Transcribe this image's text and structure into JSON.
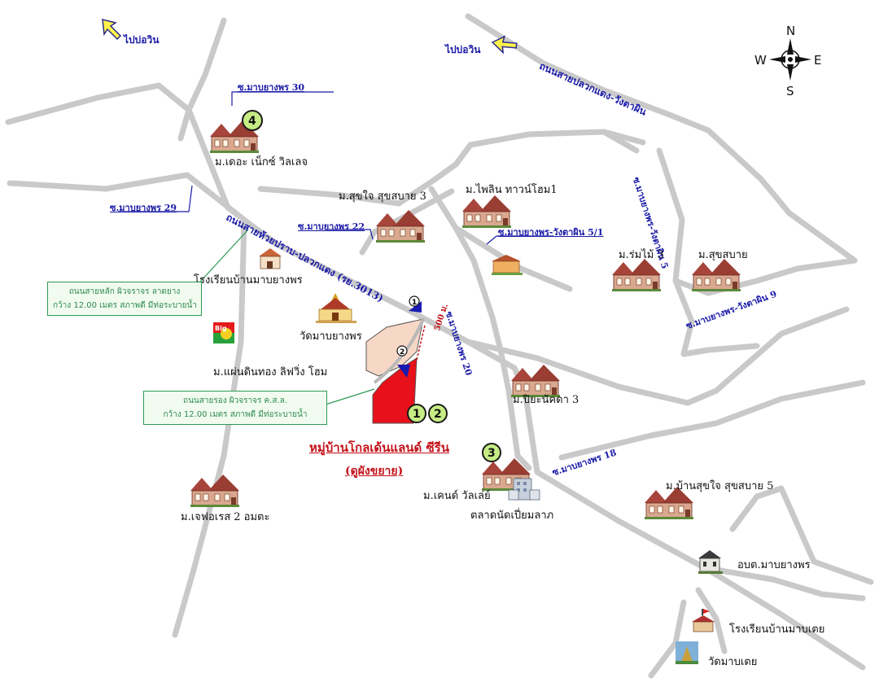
{
  "compass": {
    "n": "N",
    "s": "S",
    "e": "E",
    "w": "W"
  },
  "directions": {
    "left": "ไปบ่อวิน",
    "right": "ไปบ่อวิน"
  },
  "roads": {
    "r30": "ซ.มาบยางพร 30",
    "r29": "ซ.มาบยางพร 29",
    "r22": "ซ.มาบยางพร 22",
    "r51": "ซ.มาบยางพร-วังตาผิน 5/1",
    "r20": "ซ.มาบยางพร 20",
    "r5": "ซ.มาบยางพร-วังตาผิน 5",
    "r9": "ซ.มาบยางพร-วังตาผิน 9",
    "r18": "ซ.มาบยางพร 18",
    "main": "ถนนสายห้วยปราบ-ปลวกแดง (รย.3013)",
    "east": "ถนนสายปลวกแดง-วังตาผิน"
  },
  "places": {
    "p4": "ม.เดอะ เน็กซ์ วิลเลจ",
    "suksai": "ม.สุขใจ สุขสบาย 3",
    "pailin": "ม.ไพลิน ทาวน์โฮม1",
    "rommai": "ม.ร่มไม้ 3",
    "suksabai": "ม.สุขสบาย",
    "school1": "โรงเรียนบ้านมาบยางพร",
    "temple1": "วัดมาบยางพร",
    "paendin": "ม.แผ่นดินทอง ลิฟวิ่ง โฮม",
    "piyanakda": "ม.ปิยะนัคดา 3",
    "kenwalley": "ม.เคนด์ วัลเล่ย์",
    "market": "ตลาดนัดเปี่ยมลาภ",
    "jefores": "ม.เจฟอเรส 2 อมตะ",
    "bansukjai": "ม.บ้านสุขใจ สุขสบาย 5",
    "obt": "อบต.มาบยางพร",
    "school2": "โรงเรียนบ้านมาบเตย",
    "temple2": "วัดมาบเตย"
  },
  "notes": {
    "main_line1": "ถนนสายหลัก ผิวจราจร ลาดยาง",
    "main_line2": "กว้าง 12.00 เมตร สภาพดี มีท่อระบายน้ำ",
    "sub_line1": "ถนนสายรอง ผิวจราจร ค.ส.ล.",
    "sub_line2": "กว้าง 12.00 เมตร สภาพดี มีท่อระบายน้ำ"
  },
  "project": {
    "title": "หมู่บ้านโกลเด้นแลนด์ ซีรีน",
    "subtitle": "(ดูผังขยาย)"
  },
  "distance": "500 ม.",
  "markers": {
    "one": "1",
    "two": "2",
    "three": "3",
    "four": "4"
  },
  "big_sign": "Big",
  "colors": {
    "road": "#c8c8c8",
    "label_blue": "#1a1aa8",
    "project_red": "#e8101a",
    "note_green": "#2e9a55"
  }
}
